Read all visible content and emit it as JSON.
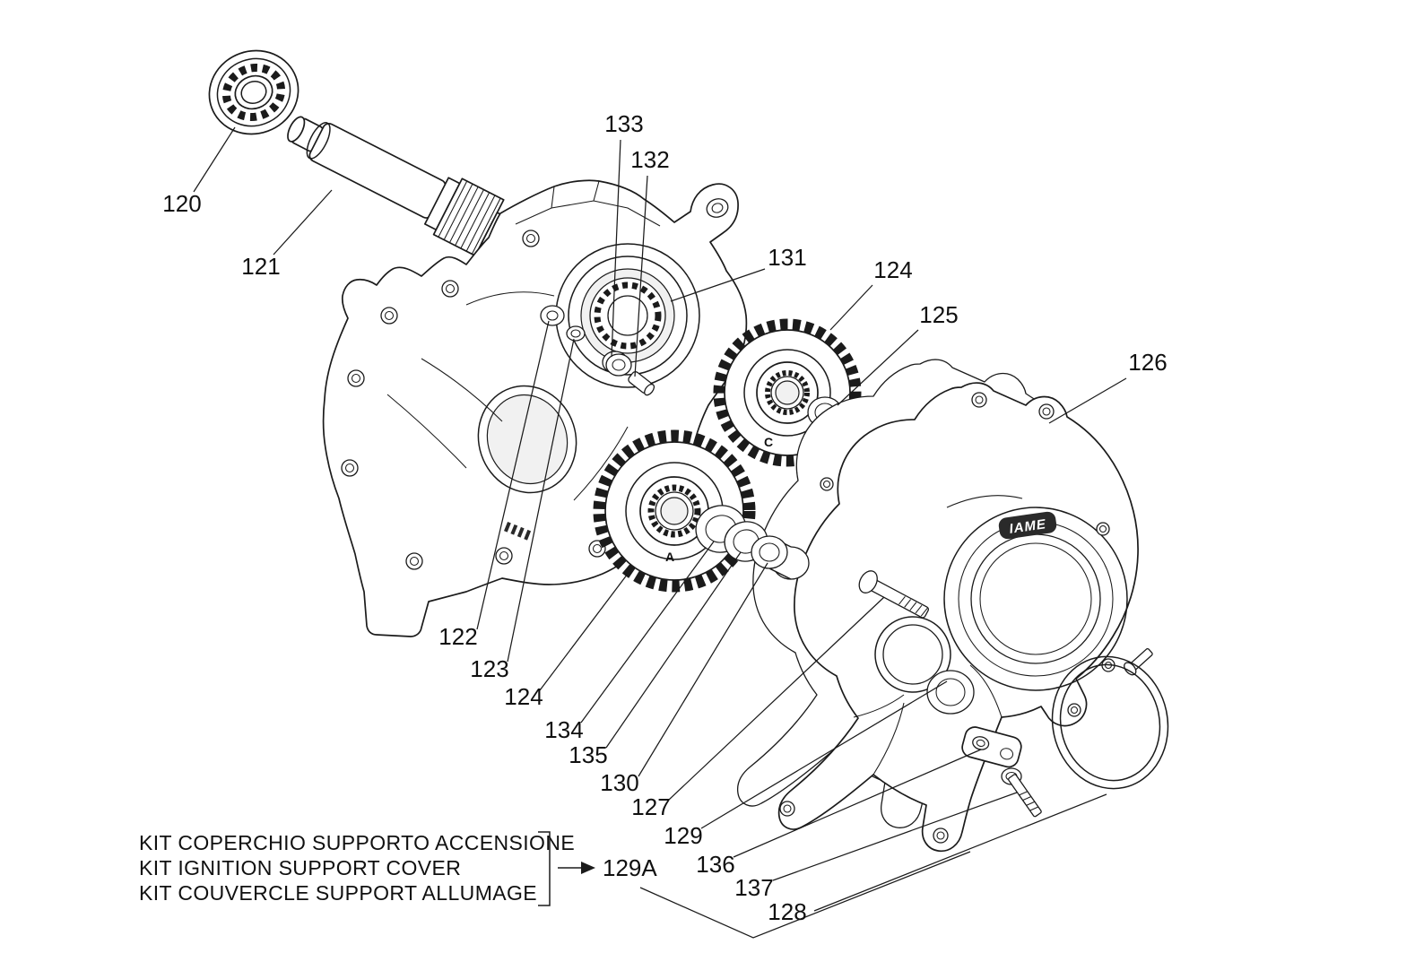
{
  "colors": {
    "background": "#ffffff",
    "ink": "#1b1b1b"
  },
  "part_labels": [
    "120",
    "121",
    "133",
    "132",
    "131",
    "124",
    "125",
    "126",
    "122",
    "123",
    "124",
    "134",
    "135",
    "130",
    "127",
    "129",
    "136",
    "137",
    "128"
  ],
  "gear_marks": {
    "upper": "C",
    "lower": "A"
  },
  "cover_logo": "IAME",
  "kit_note": {
    "lines": [
      "KIT COPERCHIO SUPPORTO ACCENSIONE",
      "KIT IGNITION SUPPORT COVER",
      "KIT COUVERCLE SUPPORT ALLUMAGE"
    ],
    "arrow_label": "129A"
  }
}
